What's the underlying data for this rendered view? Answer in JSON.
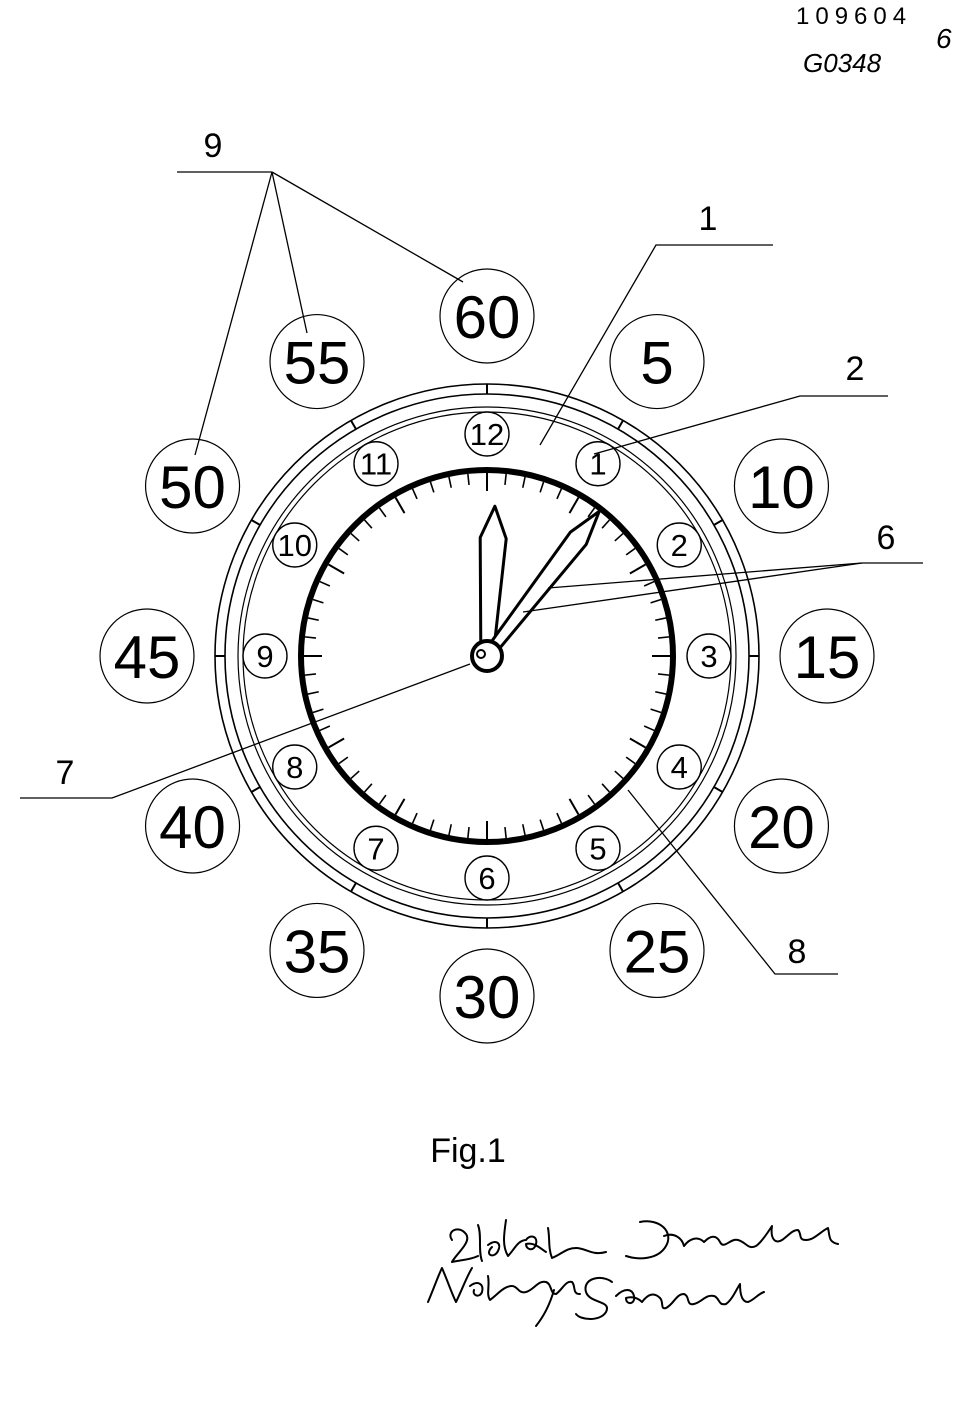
{
  "header": {
    "serial_number": "109604",
    "handwritten_code": "G0348",
    "handwritten_page": "6"
  },
  "clock": {
    "hour_numbers": [
      "12",
      "1",
      "2",
      "3",
      "4",
      "5",
      "6",
      "7",
      "8",
      "9",
      "10",
      "11"
    ],
    "minute_numbers": [
      "60",
      "5",
      "10",
      "15",
      "20",
      "25",
      "30",
      "35",
      "40",
      "45",
      "50",
      "55"
    ],
    "hands": {
      "hour_hand_position_hours": 12.1,
      "minute_hand_position_minutes": 6.3
    }
  },
  "reference_labels": [
    "1",
    "2",
    "6",
    "7",
    "8",
    "9"
  ],
  "caption": "Fig.1",
  "signatures": [
    "Elzbieta Domanska",
    "Maksymilian Sadowski"
  ],
  "colors": {
    "ink": "#000000",
    "paper": "#ffffff"
  }
}
